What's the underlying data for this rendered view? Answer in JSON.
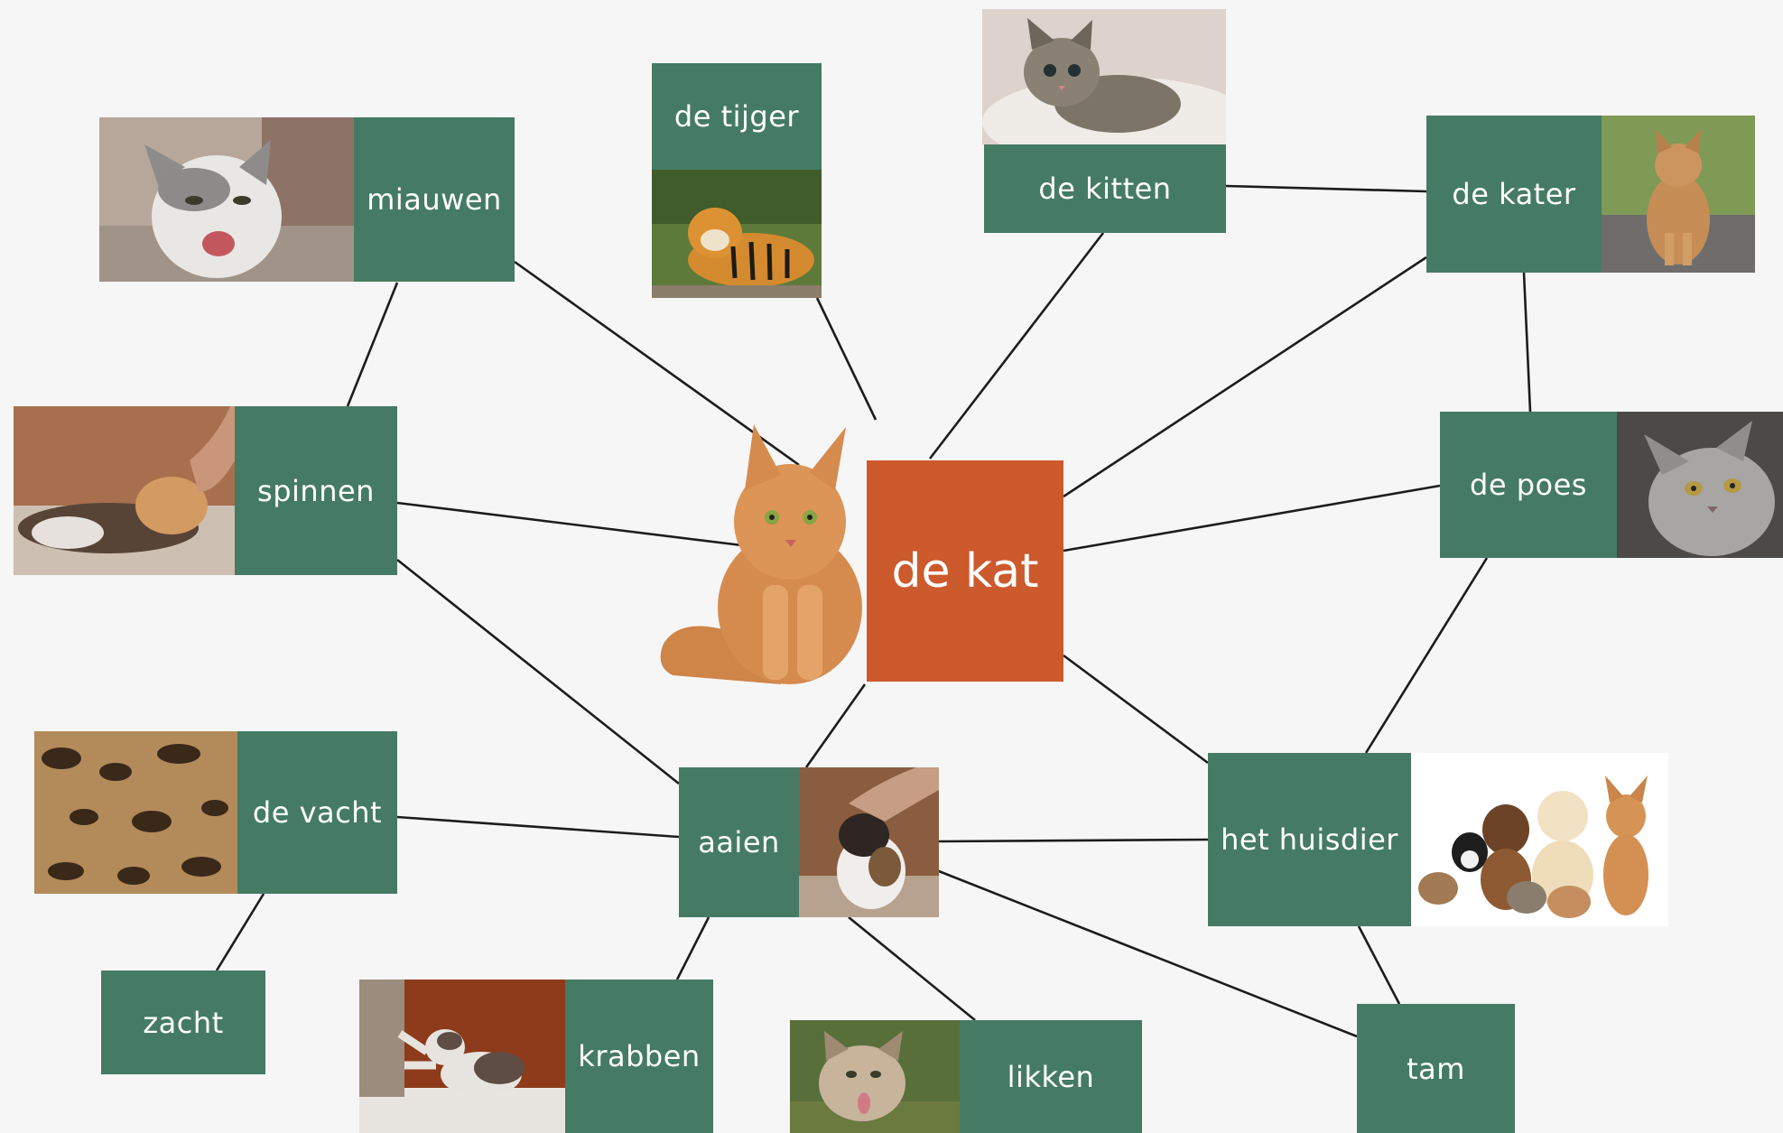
{
  "center": {
    "label": "de kat",
    "color": "#cc5a2d"
  },
  "node_color": "#457b64",
  "nodes": {
    "miauwen": "miauwen",
    "tijger": "de tijger",
    "kitten": "de kitten",
    "kater": "de kater",
    "spinnen": "spinnen",
    "poes": "de poes",
    "vacht": "de vacht",
    "aaien": "aaien",
    "huisdier": "het huisdier",
    "zacht": "zacht",
    "krabben": "krabben",
    "likken": "likken",
    "tam": "tam"
  },
  "icons": {
    "center": "sitting-orange-cat-photo",
    "miauwen": "meowing-cat-photo",
    "tijger": "tiger-photo",
    "kitten": "kitten-photo",
    "kater": "tomcat-photo",
    "spinnen": "purring-cat-photo",
    "poes": "grey-cat-photo",
    "vacht": "fur-photo",
    "aaien": "petting-cat-photo",
    "huisdier": "pets-group-photo",
    "krabben": "scratching-cat-photo",
    "likken": "licking-cat-photo"
  }
}
